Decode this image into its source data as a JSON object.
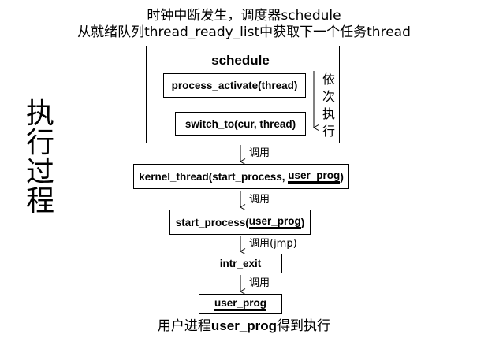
{
  "header": {
    "line1": "时钟中断发生，调度器schedule",
    "line2": "从就绪队列thread_ready_list中获取下一个任务thread"
  },
  "side_label": [
    "执",
    "行",
    "过",
    "程"
  ],
  "schedule_block": {
    "title": "schedule",
    "step1": "process_activate(thread)",
    "step2": "switch_to(cur, thread)",
    "order_label": [
      "依",
      "次",
      "执",
      "行"
    ]
  },
  "edges": {
    "call1": "调用",
    "call2": "调用",
    "call3": "调用(jmp)",
    "call4": "调用"
  },
  "nodes": {
    "kernel_thread_prefix": "kernel_thread(start_process, ",
    "kernel_thread_arg": "user_prog",
    "kernel_thread_suffix": ")",
    "start_process_prefix": "start_process(",
    "start_process_arg": "user_prog",
    "start_process_suffix": ")",
    "intr_exit": "intr_exit",
    "user_prog": "user_prog"
  },
  "footer": {
    "prefix": "用户进程",
    "bold": "user_prog",
    "suffix": "得到执行"
  }
}
